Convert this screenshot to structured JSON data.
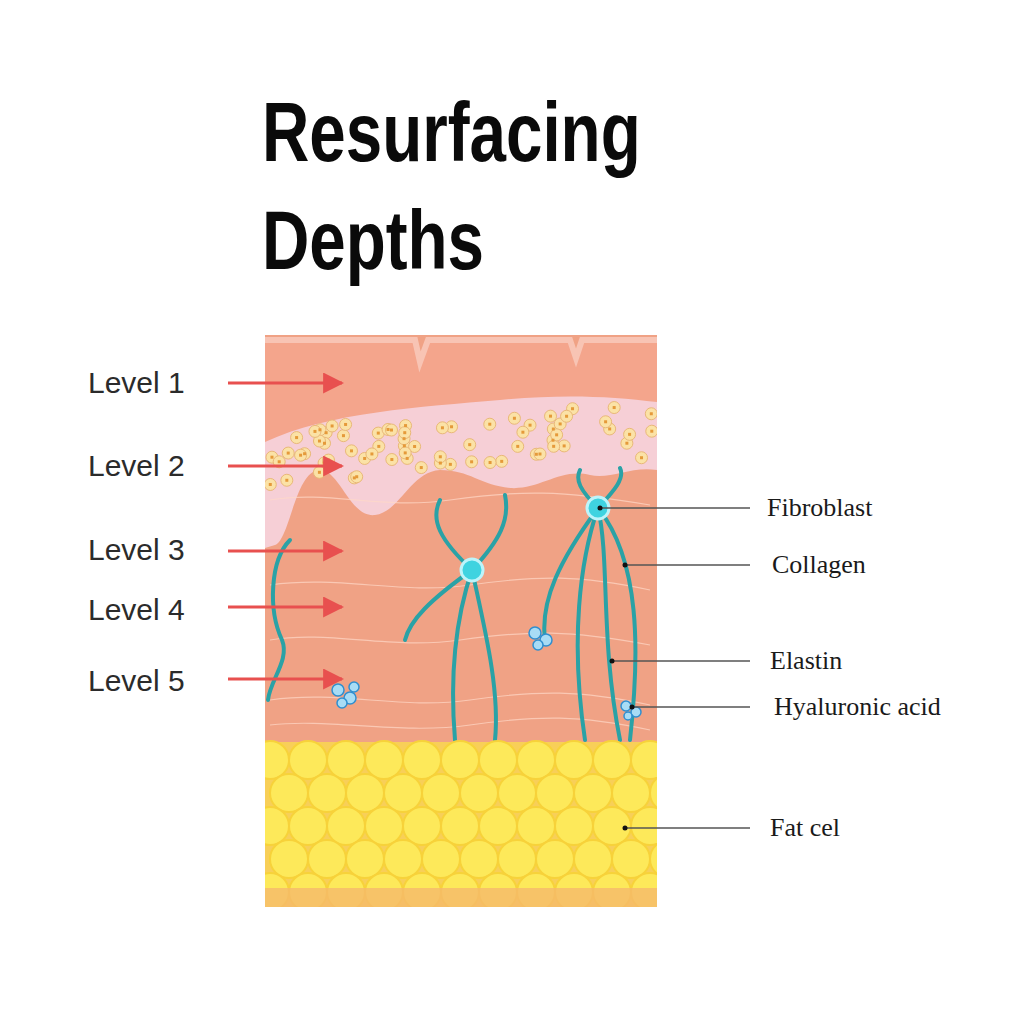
{
  "diagram": {
    "title": "Resurfacing Depths",
    "labels": [
      "Level 1",
      "Level 2",
      "Level 3",
      "Level 4",
      "Level 5",
      "Fibroblast",
      "Collagen",
      "Elastin",
      "Hyaluronic acid",
      "Fat cel"
    ]
  }
}
